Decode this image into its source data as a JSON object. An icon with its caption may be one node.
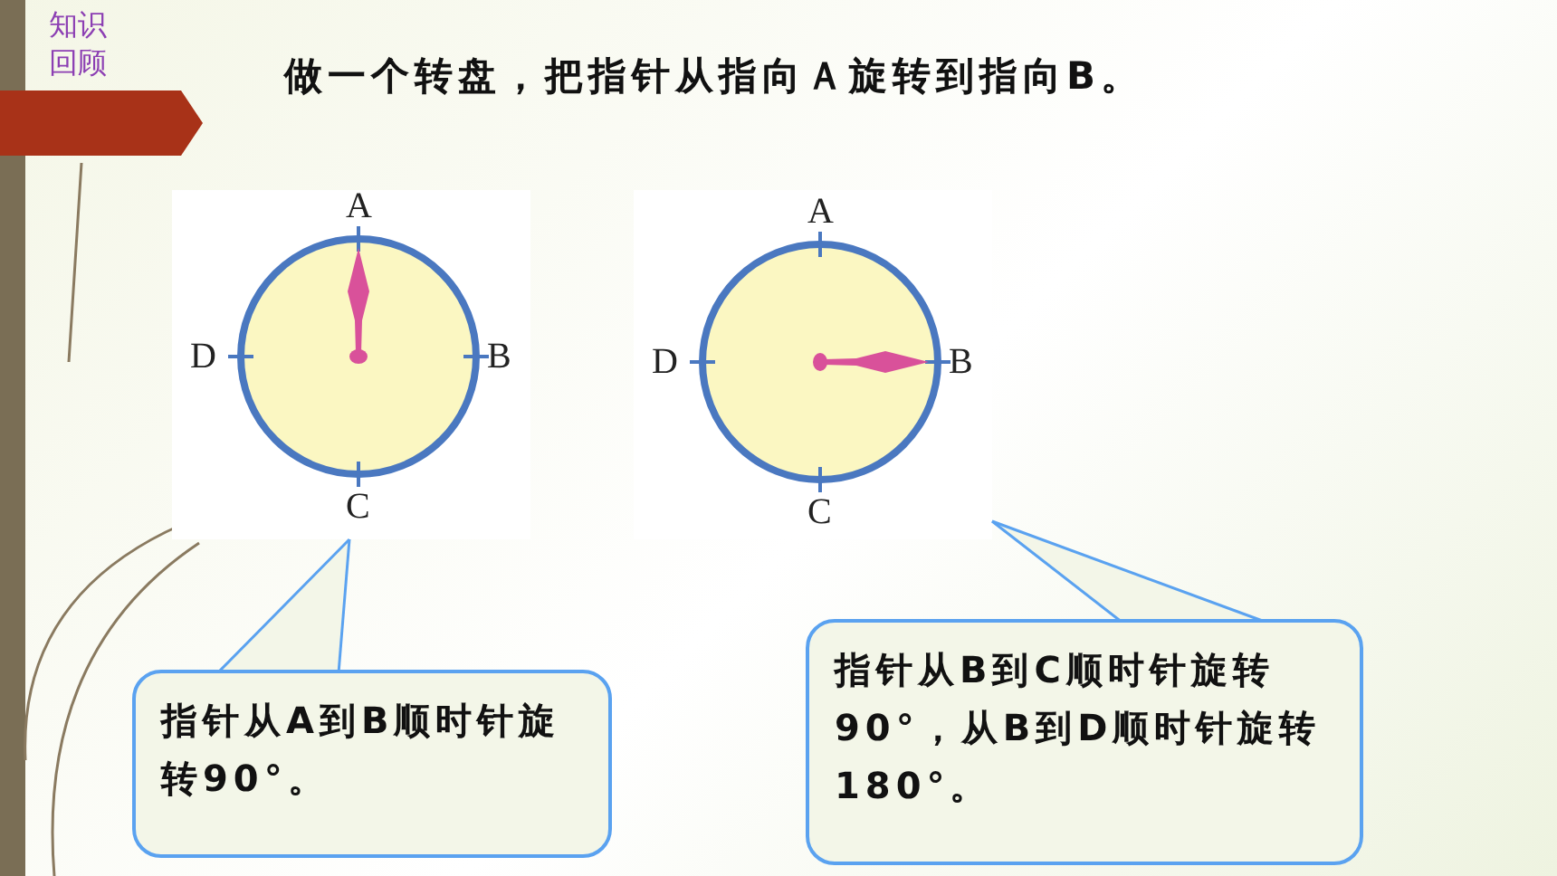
{
  "diagram": {
    "title": "做一个转盘，把指针从指向Ａ旋转到指向B。",
    "nodes": [
      {
        "text": [],
        "shape": "picture"
      },
      {
        "text": [],
        "shape": "picture"
      },
      {
        "text": [
          "指针从A到B顺时针旋转90°。"
        ]
      },
      {
        "text": [
          "指针从B到C顺时针旋转90°，从B到D顺时针旋转180°。"
        ]
      }
    ],
    "edges": [
      {
        "from": 2,
        "to": 0,
        "arrow": "none"
      },
      {
        "from": 3,
        "to": 1,
        "arrow": "none"
      }
    ],
    "labels": [
      "知识回顾",
      "A",
      "D",
      "B",
      "C",
      "A",
      "D",
      "B",
      "C"
    ]
  }
}
